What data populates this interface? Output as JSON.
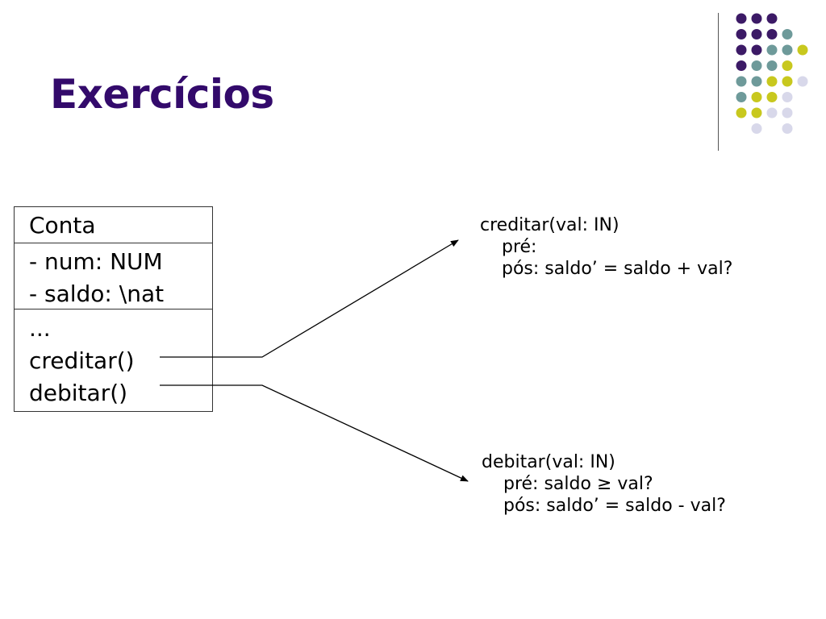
{
  "slide": {
    "title": "Exercícios"
  },
  "colors": {
    "title": "#330a6b",
    "dot_purple": "#3c1a66",
    "dot_teal": "#6e9a9a",
    "dot_olive": "#c8c81e",
    "dot_lavender": "#d8d8ea"
  },
  "uml_class": {
    "name": "Conta",
    "attributes": [
      "- num: NUM",
      "- saldo: \\nat"
    ],
    "operations": [
      "...",
      "creditar()",
      "debitar()"
    ]
  },
  "specs": {
    "creditar": {
      "signature": "creditar(val: IN)",
      "pre": "pré:",
      "post": "pós: saldo’ = saldo + val?"
    },
    "debitar": {
      "signature": "debitar(val: IN)",
      "pre": "pré: saldo ≥ val?",
      "post": "pós: saldo’ = saldo - val?"
    }
  }
}
